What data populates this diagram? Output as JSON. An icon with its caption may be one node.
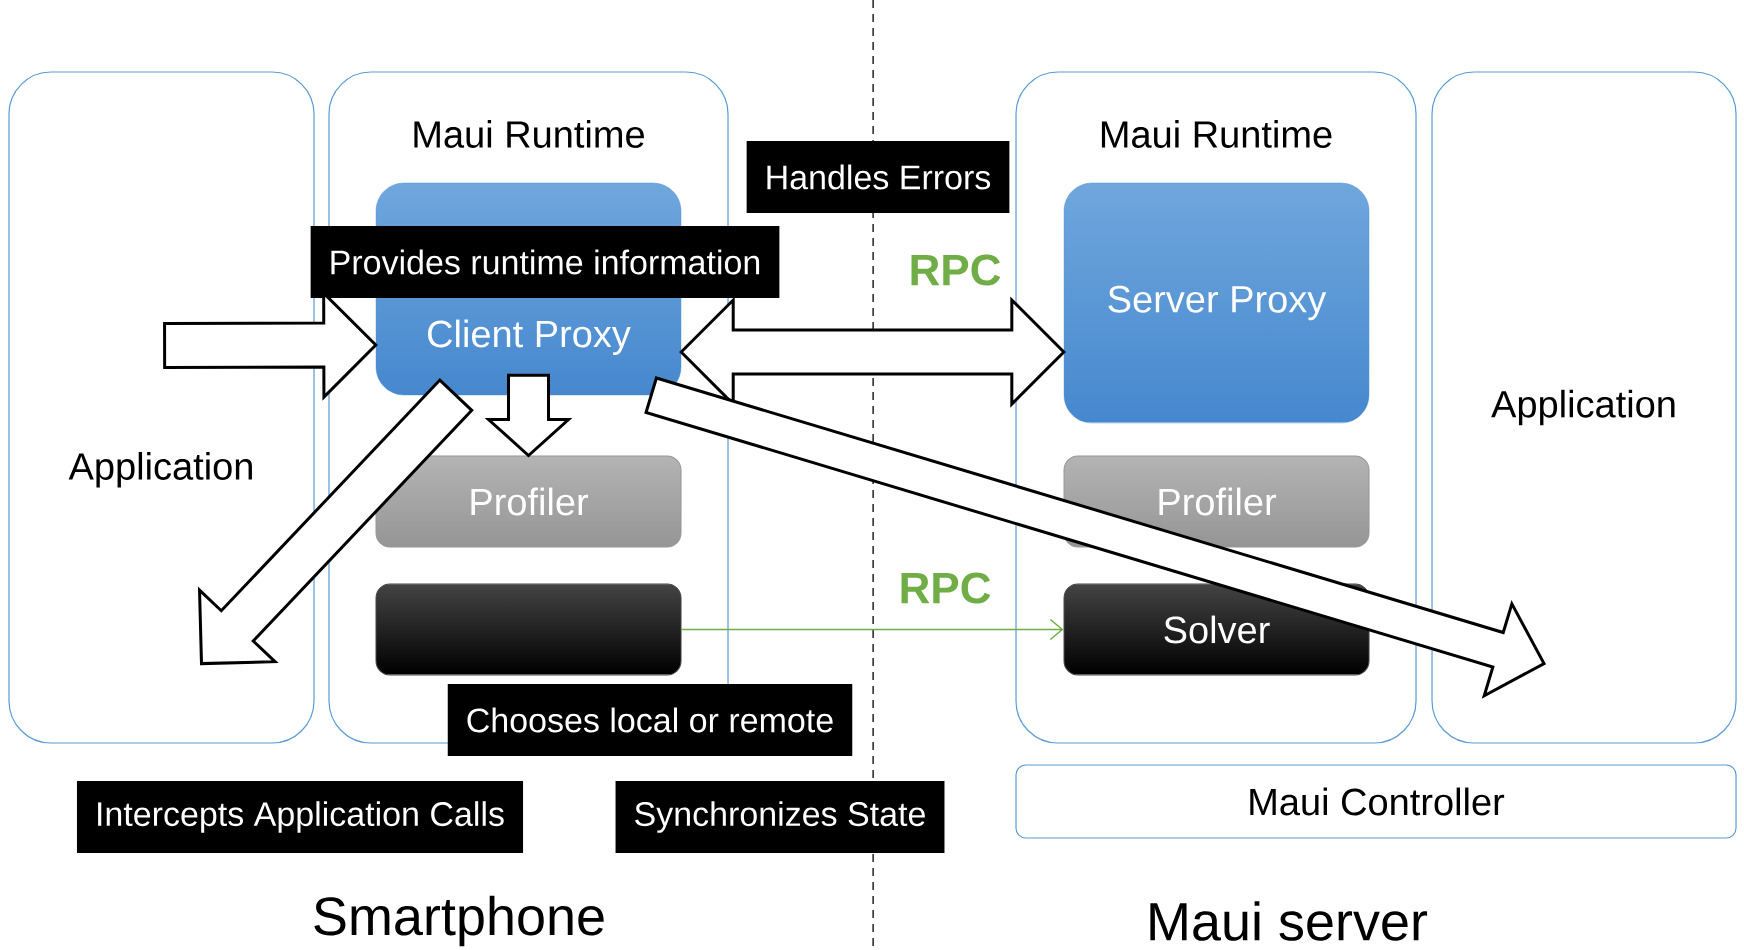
{
  "diagram": {
    "nodes": [
      {
        "text": [
          "Application"
        ]
      },
      {
        "text": [
          "Maui Runtime"
        ]
      },
      {
        "text": [
          "Client Proxy"
        ],
        "in": 1
      },
      {
        "text": [
          "Profiler"
        ],
        "in": 1
      },
      {
        "text": [],
        "shape": "box",
        "in": 1
      },
      {
        "text": [
          "Maui Runtime"
        ]
      },
      {
        "text": [
          "Server Proxy"
        ],
        "in": 5
      },
      {
        "text": [
          "Profiler"
        ],
        "in": 5
      },
      {
        "text": [
          "Solver"
        ],
        "in": 5
      },
      {
        "text": [
          "Application"
        ]
      },
      {
        "text": [
          "Maui Controller"
        ]
      },
      {
        "text": [
          "Handles Errors"
        ]
      },
      {
        "text": [
          "Provides runtime information"
        ]
      },
      {
        "text": [
          "Intercepts Application Calls"
        ]
      },
      {
        "text": [
          "Synchronizes State"
        ]
      },
      {
        "text": [
          "Chooses local or remote"
        ]
      }
    ],
    "edges": [
      {
        "from": 0,
        "to": 2,
        "arrow": "to",
        "style": "thick"
      },
      {
        "from": 2,
        "to": 6,
        "arrow": "both",
        "style": "thick",
        "label": "RPC"
      },
      {
        "from": 2,
        "to": 3,
        "arrow": "to",
        "style": "thick"
      },
      {
        "from": 2,
        "to": 0,
        "arrow": "to",
        "style": "thick"
      },
      {
        "from": 2,
        "to": 9,
        "arrow": "to",
        "style": "thick"
      },
      {
        "from": 4,
        "to": 8,
        "arrow": "to",
        "label": "RPC",
        "color": "#70ad47"
      }
    ],
    "labels": [
      "Smartphone",
      "Maui server"
    ]
  }
}
